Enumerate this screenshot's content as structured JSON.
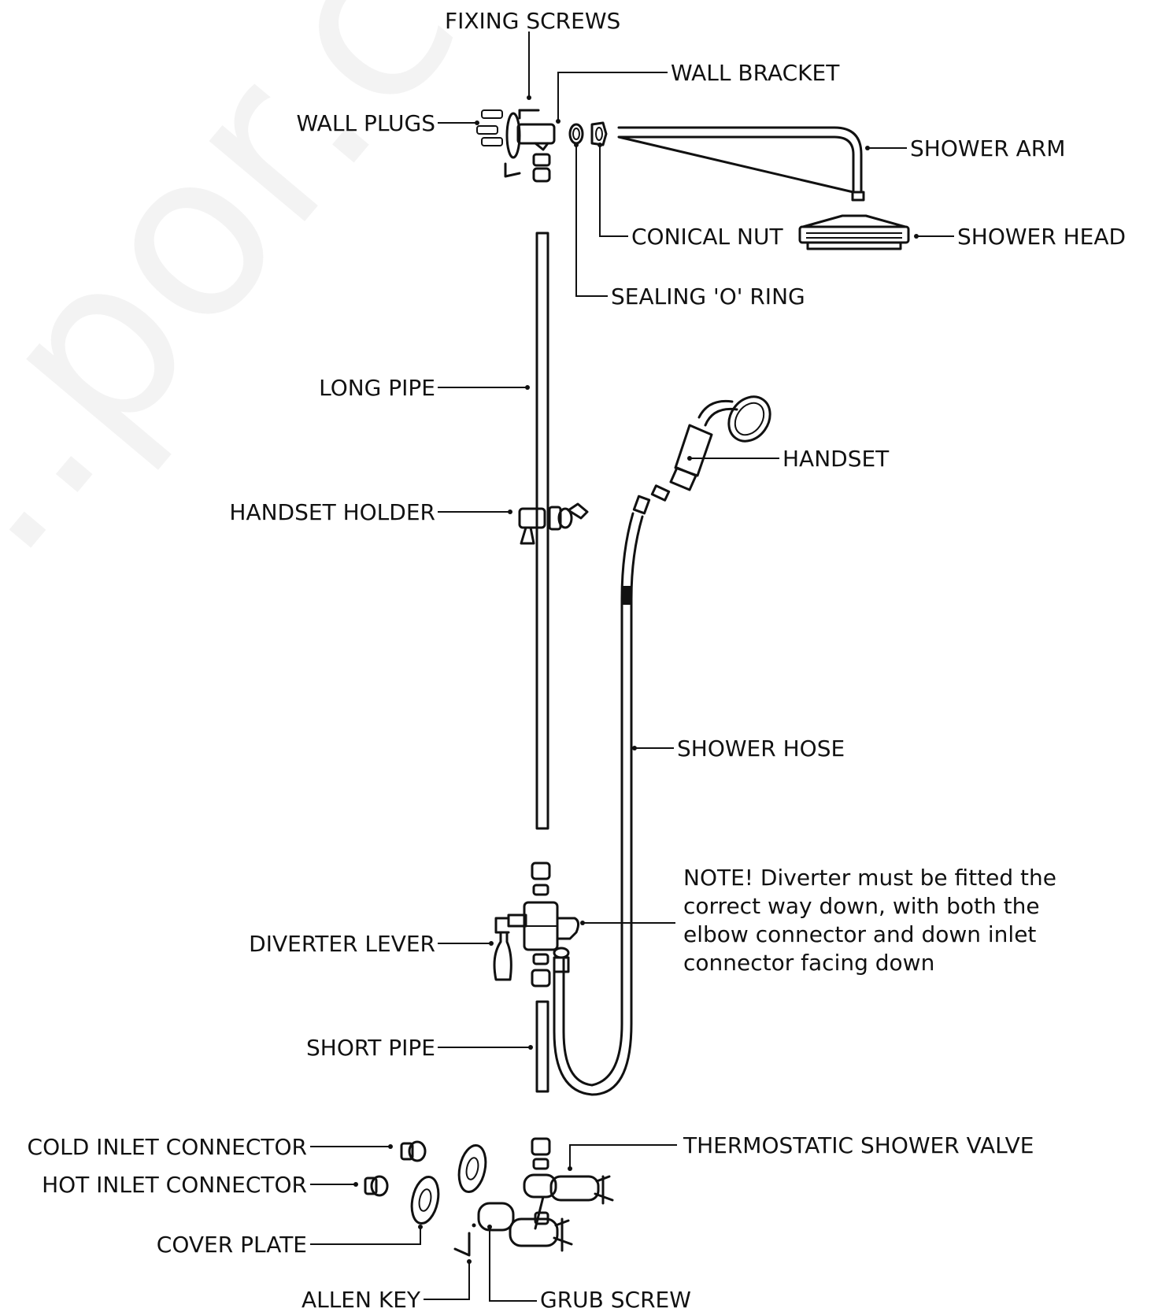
{
  "watermark": "...por.com",
  "labels": {
    "fixing_screws": "FIXING SCREWS",
    "wall_bracket": "WALL BRACKET",
    "wall_plugs": "WALL PLUGS",
    "shower_arm": "SHOWER ARM",
    "conical_nut": "CONICAL NUT",
    "shower_head": "SHOWER HEAD",
    "sealing_o_ring": "SEALING 'O' RING",
    "long_pipe": "LONG PIPE",
    "handset": "HANDSET",
    "handset_holder": "HANDSET HOLDER",
    "shower_hose": "SHOWER HOSE",
    "diverter_lever": "DIVERTER LEVER",
    "short_pipe": "SHORT PIPE",
    "cold_inlet_connector": "COLD INLET CONNECTOR",
    "hot_inlet_connector": "HOT INLET CONNECTOR",
    "thermostatic_shower_valve": "THERMOSTATIC SHOWER VALVE",
    "cover_plate": "COVER PLATE",
    "allen_key": "ALLEN KEY",
    "grub_screw": "GRUB SCREW"
  },
  "note": {
    "line1": "NOTE! Diverter must be fitted the",
    "line2": "correct way down, with both the",
    "line3": "elbow connector and down inlet",
    "line4": "connector facing down"
  }
}
